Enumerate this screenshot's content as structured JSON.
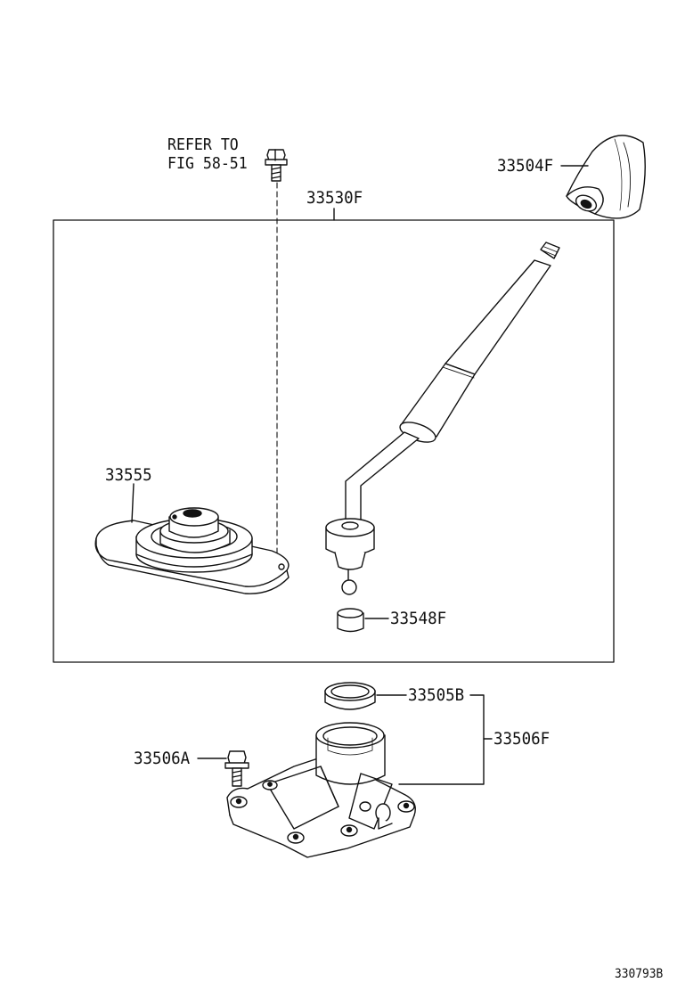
{
  "diagram": {
    "refer_note_line1": "REFER TO",
    "refer_note_line2": "FIG 58-51",
    "figure_id": "330793B",
    "parts": {
      "shift_knob": "33504F",
      "lever_assembly": "33530F",
      "boot_retainer": "33555",
      "bushing": "33548F",
      "seat": "33505B",
      "housing": "33506F",
      "bolt": "33506A"
    }
  }
}
